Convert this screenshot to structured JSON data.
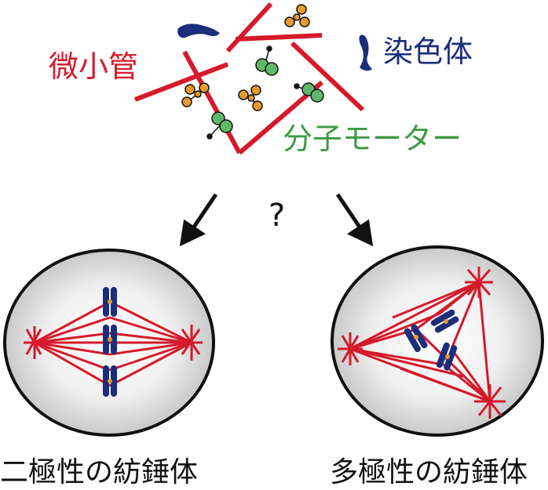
{
  "labels": {
    "microtubule": "微小管",
    "chromosome": "染色体",
    "motor": "分子モーター",
    "question": "?",
    "bipolar": "二極性の紡錘体",
    "multipolar": "多極性の紡錘体"
  },
  "colors": {
    "microtubule": "#d6192b",
    "chromosome": "#1c2d7a",
    "motor_green": "#5fb86a",
    "motor_orange": "#e89a2c",
    "cell_fill": "#d9d9d9",
    "arrow": "#111111"
  }
}
